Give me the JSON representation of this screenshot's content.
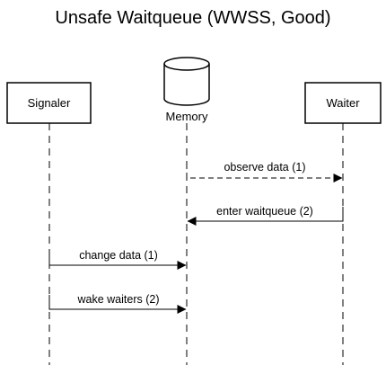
{
  "title": "Unsafe Waitqueue (WWSS, Good)",
  "actors": {
    "signaler": {
      "label": "Signaler",
      "shape": "box"
    },
    "memory": {
      "label": "Memory",
      "shape": "database"
    },
    "waiter": {
      "label": "Waiter",
      "shape": "box"
    }
  },
  "messages": [
    {
      "label": "observe data (1)",
      "from": "memory",
      "to": "waiter",
      "style": "dashed"
    },
    {
      "label": "enter waitqueue (2)",
      "from": "waiter",
      "to": "memory",
      "style": "solid"
    },
    {
      "label": "change data (1)",
      "from": "signaler",
      "to": "memory",
      "style": "solid"
    },
    {
      "label": "wake waiters (2)",
      "from": "signaler",
      "to": "memory",
      "style": "solid"
    }
  ],
  "colors": {
    "stroke": "#000000",
    "background": "#ffffff"
  }
}
